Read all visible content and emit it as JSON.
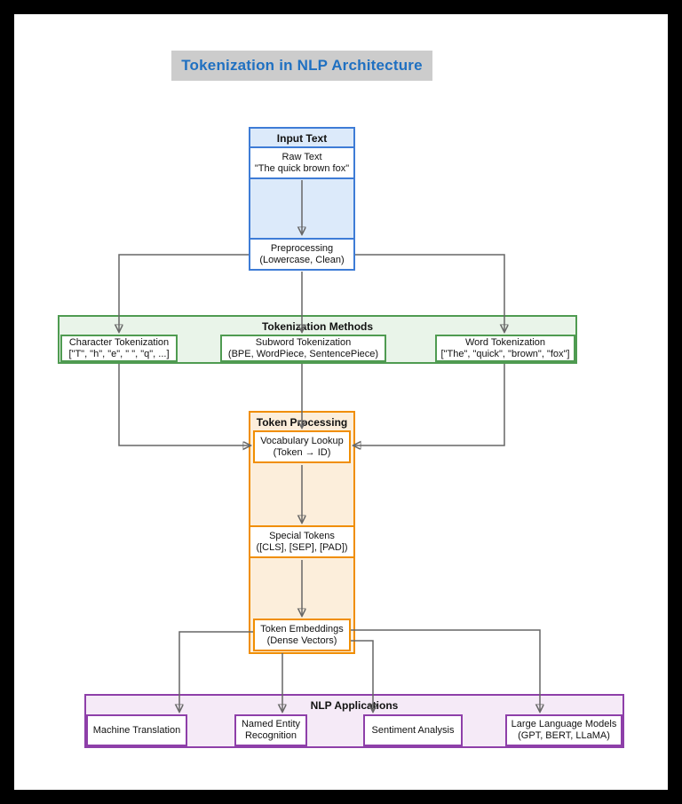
{
  "title": {
    "text": "Tokenization in NLP Architecture"
  },
  "sections": {
    "input": {
      "header": "Input Text"
    },
    "methods": {
      "header": "Tokenization Methods"
    },
    "processing": {
      "header": "Token Processing"
    },
    "applications": {
      "header": "NLP Applications"
    }
  },
  "nodes": {
    "raw_text": {
      "title": "Raw Text",
      "subtitle": "\"The quick brown fox\""
    },
    "preprocessing": {
      "title": "Preprocessing",
      "subtitle": "(Lowercase, Clean)"
    },
    "character_tokenization": {
      "title": "Character Tokenization",
      "subtitle": "[\"T\", \"h\", \"e\", \" \", \"q\", ...]"
    },
    "subword_tokenization": {
      "title": "Subword Tokenization",
      "subtitle": "(BPE, WordPiece, SentencePiece)"
    },
    "word_tokenization": {
      "title": "Word Tokenization",
      "subtitle": "[\"The\", \"quick\", \"brown\", \"fox\"]"
    },
    "vocabulary_lookup": {
      "title": "Vocabulary Lookup",
      "subtitle": "(Token → ID)"
    },
    "special_tokens": {
      "title": "Special Tokens",
      "subtitle": "([CLS], [SEP], [PAD])"
    },
    "token_embeddings": {
      "title": "Token Embeddings",
      "subtitle": "(Dense Vectors)"
    },
    "machine_translation": {
      "title": "Machine Translation",
      "subtitle": ""
    },
    "named_entity_recognition": {
      "title": "Named Entity",
      "subtitle": "Recognition"
    },
    "sentiment_analysis": {
      "title": "Sentiment Analysis",
      "subtitle": ""
    },
    "large_language_models": {
      "title": "Large Language Models",
      "subtitle": "(GPT, BERT, LLaMA)"
    }
  },
  "colors": {
    "input_border": "#3e7cd6",
    "input_fill": "#dceafa",
    "methods_border": "#4f9b51",
    "methods_fill": "#e9f4e9",
    "processing_border": "#f08e00",
    "processing_fill": "#fceedb",
    "applications_border": "#8e3fa9",
    "applications_fill": "#f5eaf7",
    "title_text": "#1f70c1",
    "title_bg": "#cccccc",
    "connector": "#666666"
  }
}
